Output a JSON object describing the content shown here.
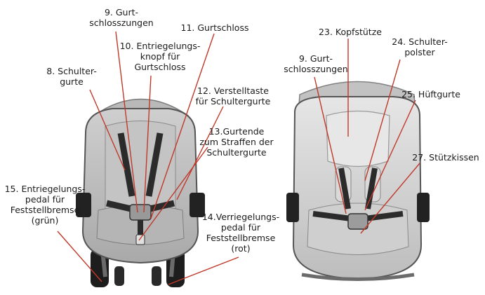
{
  "labels": {
    "l8": "8. Schulter-\ngurte",
    "l9a": "9.  Gurt-\nschlosszungen",
    "l10": "10. Entriegelungs-\nknopf für\nGurtschloss",
    "l11": "11. Gurtschloss",
    "l12": "12. Verstelltaste\nfür Schultergurte",
    "l13": "13.Gurtende\nzum Straffen der\nSchultergurte",
    "l14": "14.Verriegelungs-\npedal für\nFeststellbremse\n(rot)",
    "l15": "15. Entriegelungs-\npedal für\nFeststellbremse\n(grün)",
    "l23": "23. Kopfstütze",
    "l9b": "9. Gurt-\nschlosszungen",
    "l24": "24. Schulter-\npolster",
    "l25": "25. Hüftgurte",
    "l27": "27. Stützkissen"
  },
  "colors": {
    "leader": "#c0392b",
    "text": "#1b1b1b"
  }
}
